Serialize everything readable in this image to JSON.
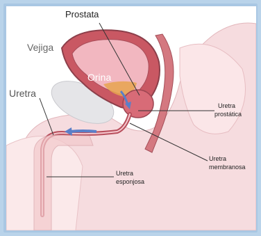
{
  "labels": {
    "prostata": "Prostata",
    "vejiga": "Vejiga",
    "orina": "Orina",
    "uretra": "Uretra",
    "uretra_prostatica_1": "Uretra",
    "uretra_prostatica_2": "prostática",
    "uretra_membranosa_1": "Uretra",
    "uretra_membranosa_2": "membranosa",
    "uretra_esponjosa_1": "Uretra",
    "uretra_esponjosa_2": "esponjosa"
  },
  "colors": {
    "frame": "#a9c7e3",
    "tissue": "#f3c9cc",
    "muscle": "#c95863",
    "bladder_wall": "#8c3f4a",
    "urine": "#e7a44f",
    "arrow": "#5a7fc8",
    "bone": "#e5e5e8"
  }
}
